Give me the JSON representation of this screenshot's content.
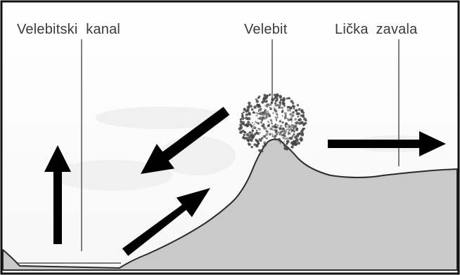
{
  "labels": {
    "channel": "Velebitski  kanal",
    "mountain": "Velebit",
    "basin": "Lička  zavala"
  },
  "colors": {
    "frame": "#111111",
    "terrain_fill": "#c9c9c9",
    "terrain_outline": "#2a2a2a",
    "arrow": "#000000",
    "cloud": "#444444",
    "label_text": "#3a3a3a",
    "leader_line": "#555555"
  },
  "arrows": [
    {
      "name": "upward-air-over-sea",
      "direction": "up"
    },
    {
      "name": "descending-wind",
      "direction": "down-left"
    },
    {
      "name": "ascending-wind",
      "direction": "up-right"
    },
    {
      "name": "wind-over-basin",
      "direction": "right"
    }
  ]
}
